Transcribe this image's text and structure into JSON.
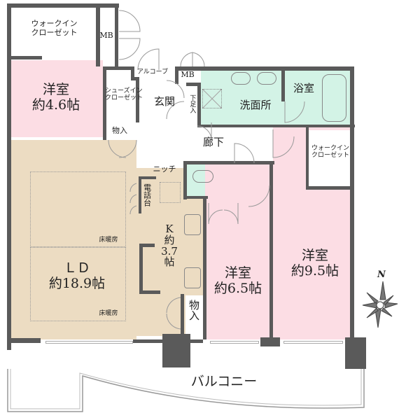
{
  "floor_plan": {
    "rooms": {
      "walk_in_closet_1": {
        "line1": "ウォークイン",
        "line2": "クローゼット"
      },
      "mb_1": "MB",
      "mb_2": "MB",
      "alcove": "アルコーブ",
      "western_room_1": {
        "name": "洋室",
        "size": "約4.6帖"
      },
      "shoes_in_closet": {
        "line1": "シューズイン",
        "line2": "クローゼット"
      },
      "storage_1": "物入",
      "entrance": "玄関",
      "shoe_box": "下足入",
      "washroom": "洗面所",
      "bathroom": "浴室",
      "hallway": "廊下",
      "niche": "ニッチ",
      "walk_in_closet_2": {
        "line1": "ウォークイン",
        "line2": "クローゼット"
      },
      "phone_stand": "電話台",
      "ld": {
        "name": "ＬＤ",
        "size": "約18.9帖"
      },
      "floor_heating_1": "床暖房",
      "floor_heating_2": "床暖房",
      "kitchen": {
        "name": "K",
        "line2": "約",
        "line3": "3.7",
        "line4": "帖"
      },
      "storage_2": "物入",
      "western_room_2": {
        "name": "洋室",
        "size": "約6.5帖"
      },
      "western_room_3": {
        "name": "洋室",
        "size": "約9.5帖"
      },
      "balcony": "バルコニー"
    },
    "compass": {
      "label": "N"
    },
    "colors": {
      "wall": "#5a5a5a",
      "western_room": "#fcdde4",
      "living_dining_kitchen": "#ecdcc2",
      "wet_area": "#d3f3e6",
      "other": "#ffffff"
    }
  }
}
